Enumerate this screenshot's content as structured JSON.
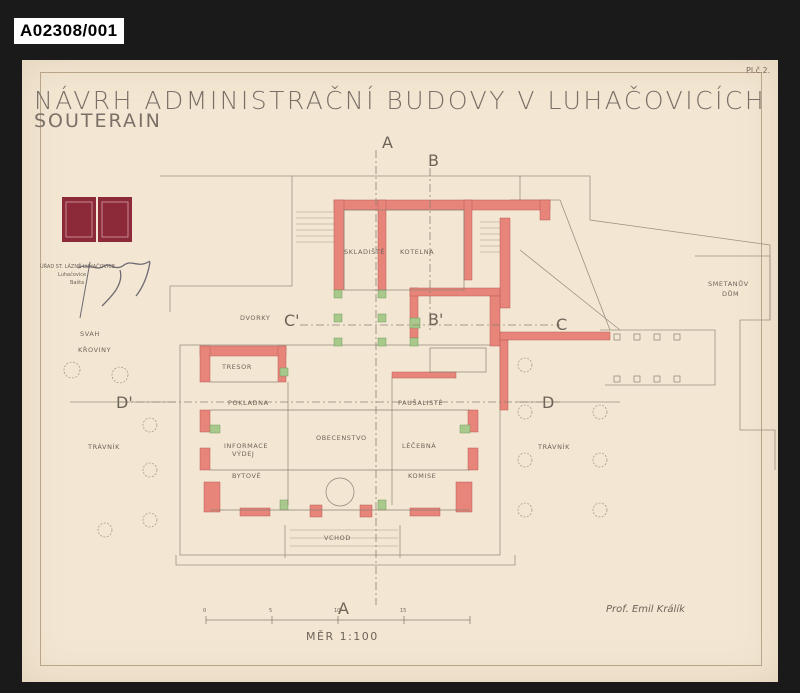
{
  "archive_id": "A02308/001",
  "sheet": {
    "title": "NÁVRH ADMINISTRAČNÍ BUDOVY V LUHAČOVICÍCH",
    "subtitle": "SOUTERAIN",
    "sheet_number": "Pl.č.2."
  },
  "stamp": {
    "lines": [
      "ÚŘAD ST. LÁZNĚ LUHAČOVICE",
      "Luhačovice",
      "Bašta"
    ]
  },
  "stamps_colors": {
    "stamp": "#8c2a3a"
  },
  "rooms": [
    "SKLADIŠTĚ",
    "KOTELNA",
    "DVORKY",
    "TRESOR",
    "POKLADNA",
    "PAUŠALISTÉ",
    "INFORMACE",
    "VÝDEJ",
    "OBECENSTVO",
    "LÉČEBNÁ",
    "BYTOVÉ",
    "KOMISE",
    "VCHOD",
    "SVAH",
    "KŘOVINY",
    "TRÁVNÍK",
    "TRÁVNÍK",
    "SMETANŮV",
    "DŮM"
  ],
  "section_marks": {
    "a_top": "A",
    "a_bottom": "A",
    "b": "B",
    "b_prime": "B'",
    "c": "C",
    "c_prime": "C'",
    "d": "D",
    "d_prime": "D'"
  },
  "scale_label": "MĚR 1:100",
  "scale_ticks": [
    "0",
    "5",
    "10",
    "15"
  ],
  "signature": "Prof. Emil Králík",
  "colors": {
    "wall_new": "#e8857a",
    "wall_green": "#a9c98c",
    "paper": "#f3e7d3",
    "ink": "#6d6358"
  }
}
